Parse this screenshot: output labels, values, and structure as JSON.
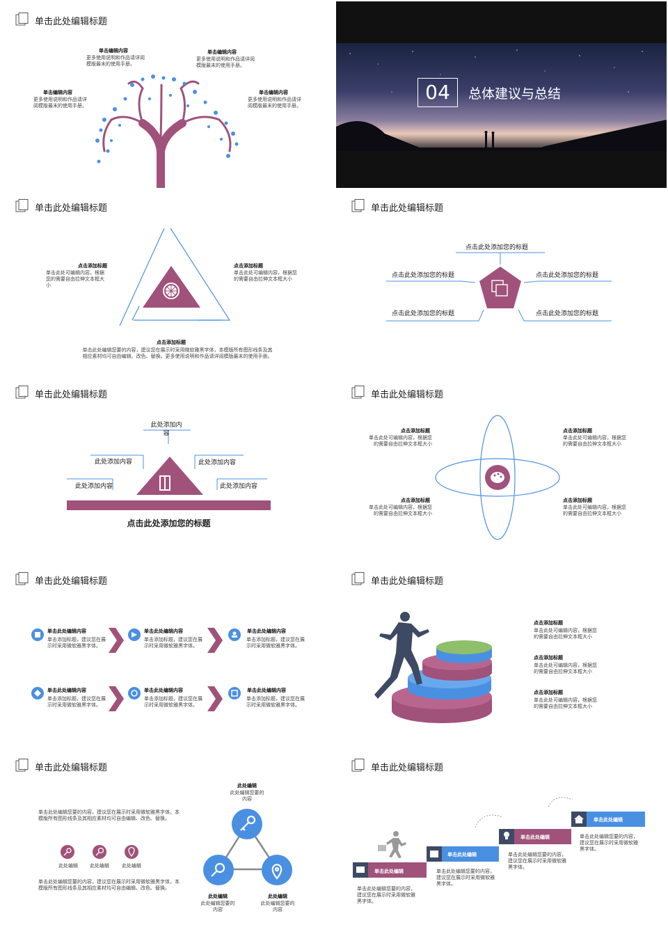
{
  "common": {
    "slide_title": "单击此处编辑标题"
  },
  "colors": {
    "accent_blue": "#4a90e2",
    "accent_mauve": "#a0527a",
    "accent_green": "#8fbf6a",
    "dark": "#111111"
  },
  "s1": {
    "items": [
      {
        "title": "单击编辑内容",
        "body": "更多使用说明和作品请详阅模版最末的使用手册。"
      },
      {
        "title": "单击编辑内容",
        "body": "更多使用说明和作品请详阅模版最末的使用手册。"
      },
      {
        "title": "单击编辑内容",
        "body": "更多使用说明和作品请详阅模版最末的使用手册。"
      },
      {
        "title": "单击编辑内容",
        "body": "更多使用说明和作品请详阅模版最末的使用手册。"
      }
    ]
  },
  "s2": {
    "number": "04",
    "title": "总体建议与总结"
  },
  "s3": {
    "left": {
      "title": "点击添加标题",
      "body": "单击此处可编辑内容，根据您的需要自由拉伸文本框大小"
    },
    "right": {
      "title": "点击添加标题",
      "body": "单击此处可编辑内容，根据您的需要自由拉伸文本框大小"
    },
    "bottom": {
      "title": "点击添加标题",
      "body": "单击此处编辑您要的内容，建议您在展示时采用微软雅黑字体，本模版所有图形线条及其相应素材均可自由编辑、改色、替换。更多使用说明和作品请详阅模版最末的使用手册。"
    }
  },
  "s4": {
    "labels": [
      "点击此处添加您的标题",
      "点击此处添加您的标题",
      "点击此处添加您的标题",
      "点击此处添加您的标题",
      "点击此处添加您的标题"
    ]
  },
  "s5": {
    "labels": [
      "此处添加内容",
      "此处添加内容",
      "此处添加内容",
      "此处添加内容",
      "此处添加内容"
    ],
    "caption": "点击此处添加您的标题"
  },
  "s6": {
    "items": [
      {
        "title": "点击添加标题",
        "body": "单击此处可编辑内容，根据您的需要自由拉伸文本框大小"
      },
      {
        "title": "点击添加标题",
        "body": "单击此处可编辑内容，根据您的需要自由拉伸文本框大小"
      },
      {
        "title": "点击添加标题",
        "body": "单击此处可编辑内容，根据您的需要自由拉伸文本框大小"
      },
      {
        "title": "点击添加标题",
        "body": "单击此处可编辑内容，根据您的需要自由拉伸文本框大小"
      }
    ]
  },
  "s7": {
    "items": [
      {
        "title": "单击此处编辑内容",
        "body": "单击添加标题，建议您在展示时采用微软雅黑字体。"
      },
      {
        "title": "单击此处编辑内容",
        "body": "单击添加标题，建议您在展示时采用微软雅黑字体。"
      },
      {
        "title": "单击此处编辑内容",
        "body": "单击添加标题，建议您在展示时采用微软雅黑字体。"
      },
      {
        "title": "单击此处编辑内容",
        "body": "单击添加标题，建议您在展示时采用微软雅黑字体。"
      },
      {
        "title": "单击此处编辑内容",
        "body": "单击添加标题，建议您在展示时采用微软雅黑字体。"
      },
      {
        "title": "单击此处编辑内容",
        "body": "单击添加标题，建议您在展示时采用微软雅黑字体。"
      }
    ]
  },
  "s8": {
    "items": [
      {
        "title": "点击添加标题",
        "body": "单击此处可编辑内容，根据您的需要自由拉伸文本框大小"
      },
      {
        "title": "点击添加标题",
        "body": "单击此处可编辑内容，根据您的需要自由拉伸文本框大小"
      },
      {
        "title": "点击添加标题",
        "body": "单击此处可编辑内容，根据您的需要自由拉伸文本框大小"
      }
    ]
  },
  "s9": {
    "para1": "单击此处编辑您要的内容，建议您在展示时采用微软雅黑字体，本模版所有图形线条及其相应素材均可自由编辑、改色、替换。",
    "para2": "单击此处编辑您要的内容，建议您在展示时采用微软雅黑字体，本模版所有图形线条及其相应素材均可自由编辑、改色、替换。",
    "icons": [
      "此处编辑",
      "此处编辑",
      "此处编辑"
    ],
    "nodes": [
      {
        "title": "此处编辑",
        "body": "此处编辑您要的内容"
      },
      {
        "title": "此处编辑",
        "body": "此处编辑您要的内容"
      },
      {
        "title": "此处编辑",
        "body": "此处编辑您要的内容"
      }
    ]
  },
  "s10": {
    "steps": [
      {
        "title": "单击此处编辑",
        "body": "单击此处编辑您要的内容，建议您在展示时采用微软雅黑字体。"
      },
      {
        "title": "单击此处编辑",
        "body": "单击此处编辑您要的内容，建议您在展示时采用微软雅黑字体。"
      },
      {
        "title": "单击此处编辑",
        "body": "单击此处编辑您要的内容，建议您在展示时采用微软雅黑字体。"
      },
      {
        "title": "单击此处编辑",
        "body": "单击此处编辑您要的内容，建议您在展示时采用微软雅黑字体。"
      }
    ]
  }
}
